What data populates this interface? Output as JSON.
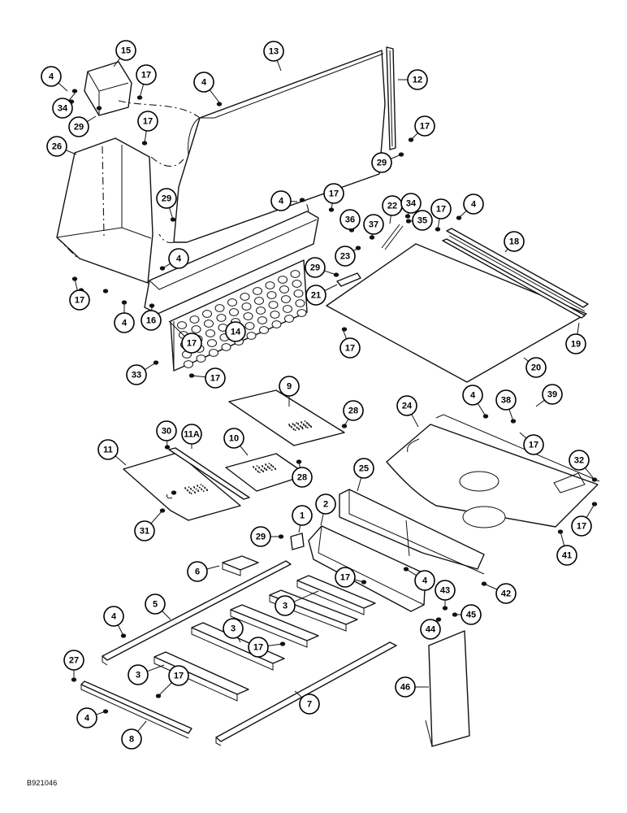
{
  "diagram": {
    "reference_code": "B921046",
    "callouts": [
      {
        "id": "c4a",
        "label": "4"
      },
      {
        "id": "c15",
        "label": "15"
      },
      {
        "id": "c17a",
        "label": "17"
      },
      {
        "id": "c34a",
        "label": "34"
      },
      {
        "id": "c29a",
        "label": "29"
      },
      {
        "id": "c17b",
        "label": "17"
      },
      {
        "id": "c26",
        "label": "26"
      },
      {
        "id": "c4b",
        "label": "4"
      },
      {
        "id": "c13",
        "label": "13"
      },
      {
        "id": "c12",
        "label": "12"
      },
      {
        "id": "c17c",
        "label": "17"
      },
      {
        "id": "c29b",
        "label": "29"
      },
      {
        "id": "c29c",
        "label": "29"
      },
      {
        "id": "c4c",
        "label": "4"
      },
      {
        "id": "c17d",
        "label": "17"
      },
      {
        "id": "c36",
        "label": "36"
      },
      {
        "id": "c37",
        "label": "37"
      },
      {
        "id": "c22",
        "label": "22"
      },
      {
        "id": "c34b",
        "label": "34"
      },
      {
        "id": "c35",
        "label": "35"
      },
      {
        "id": "c17e",
        "label": "17"
      },
      {
        "id": "c4d",
        "label": "4"
      },
      {
        "id": "c18",
        "label": "18"
      },
      {
        "id": "c23",
        "label": "23"
      },
      {
        "id": "c29d",
        "label": "29"
      },
      {
        "id": "c21",
        "label": "21"
      },
      {
        "id": "c4e",
        "label": "4"
      },
      {
        "id": "c17f",
        "label": "17"
      },
      {
        "id": "c4f",
        "label": "4"
      },
      {
        "id": "c16",
        "label": "16"
      },
      {
        "id": "c14",
        "label": "14"
      },
      {
        "id": "c17g",
        "label": "17"
      },
      {
        "id": "c17h",
        "label": "17"
      },
      {
        "id": "c19",
        "label": "19"
      },
      {
        "id": "c20",
        "label": "20"
      },
      {
        "id": "c33",
        "label": "33"
      },
      {
        "id": "c17i",
        "label": "17"
      },
      {
        "id": "c9",
        "label": "9"
      },
      {
        "id": "c24",
        "label": "24"
      },
      {
        "id": "c4g",
        "label": "4"
      },
      {
        "id": "c38",
        "label": "38"
      },
      {
        "id": "c39",
        "label": "39"
      },
      {
        "id": "c28a",
        "label": "28"
      },
      {
        "id": "c30",
        "label": "30"
      },
      {
        "id": "c11A",
        "label": "11A"
      },
      {
        "id": "c17j",
        "label": "17"
      },
      {
        "id": "c10",
        "label": "10"
      },
      {
        "id": "c11",
        "label": "11"
      },
      {
        "id": "c28b",
        "label": "28"
      },
      {
        "id": "c32",
        "label": "32"
      },
      {
        "id": "c25",
        "label": "25"
      },
      {
        "id": "c31",
        "label": "31"
      },
      {
        "id": "c17k",
        "label": "17"
      },
      {
        "id": "c1",
        "label": "1"
      },
      {
        "id": "c2",
        "label": "2"
      },
      {
        "id": "c29e",
        "label": "29"
      },
      {
        "id": "c41",
        "label": "41"
      },
      {
        "id": "c6",
        "label": "6"
      },
      {
        "id": "c17l",
        "label": "17"
      },
      {
        "id": "c4h",
        "label": "4"
      },
      {
        "id": "c42",
        "label": "42"
      },
      {
        "id": "c4i",
        "label": "4"
      },
      {
        "id": "c5",
        "label": "5"
      },
      {
        "id": "c3a",
        "label": "3"
      },
      {
        "id": "c43",
        "label": "43"
      },
      {
        "id": "c45",
        "label": "45"
      },
      {
        "id": "c3b",
        "label": "3"
      },
      {
        "id": "c17m",
        "label": "17"
      },
      {
        "id": "c44",
        "label": "44"
      },
      {
        "id": "c27",
        "label": "27"
      },
      {
        "id": "c3c",
        "label": "3"
      },
      {
        "id": "c17n",
        "label": "17"
      },
      {
        "id": "c46",
        "label": "46"
      },
      {
        "id": "c7",
        "label": "7"
      },
      {
        "id": "c4j",
        "label": "4"
      },
      {
        "id": "c8",
        "label": "8"
      }
    ]
  }
}
